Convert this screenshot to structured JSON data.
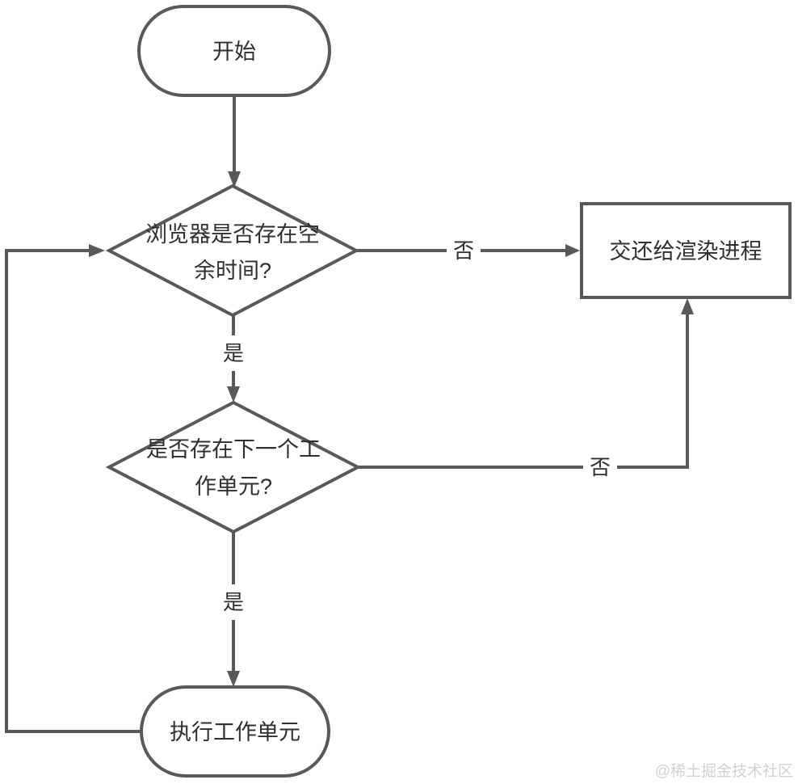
{
  "diagram": {
    "type": "flowchart",
    "nodes": {
      "start": {
        "shape": "stadium",
        "label": "开始"
      },
      "decision_idle_time": {
        "shape": "diamond",
        "lines": [
          "浏览器是否存在空",
          "余时间?"
        ]
      },
      "return_to_render": {
        "shape": "rect",
        "label": "交还给渲染进程"
      },
      "decision_next_work_unit": {
        "shape": "diamond",
        "lines": [
          "是否存在下一个工",
          "作单元?"
        ]
      },
      "execute_work_unit": {
        "shape": "stadium",
        "label": "执行工作单元"
      }
    },
    "edges": [
      {
        "from": "start",
        "to": "decision_idle_time",
        "label": ""
      },
      {
        "from": "decision_idle_time",
        "to": "return_to_render",
        "label": "否"
      },
      {
        "from": "decision_idle_time",
        "to": "decision_next_work_unit",
        "label": "是"
      },
      {
        "from": "decision_next_work_unit",
        "to": "return_to_render",
        "label": "否"
      },
      {
        "from": "decision_next_work_unit",
        "to": "execute_work_unit",
        "label": "是"
      },
      {
        "from": "execute_work_unit",
        "to": "decision_idle_time",
        "label": ""
      }
    ]
  },
  "watermark": {
    "text": "@稀土掘金技术社区"
  },
  "colors": {
    "stroke": "#58595b",
    "node_text": "#2f2f2f",
    "watermark": "#d2d2d2",
    "background": "#ffffff"
  }
}
